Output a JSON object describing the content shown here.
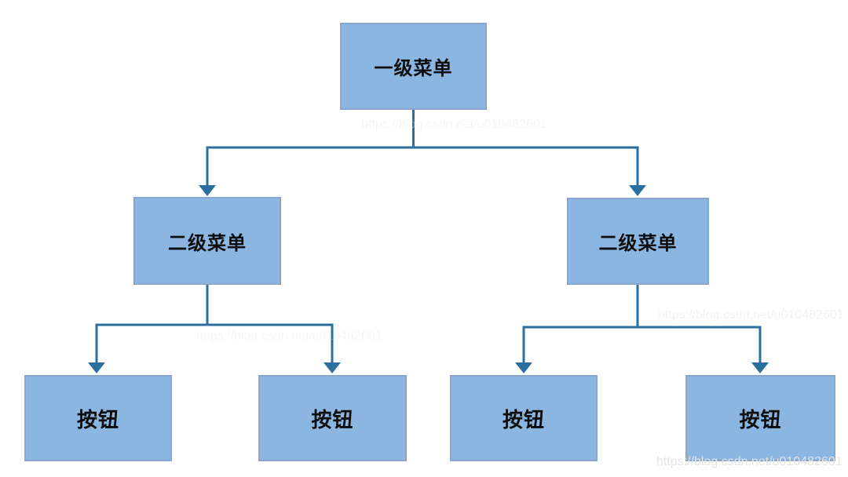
{
  "diagram": {
    "type": "tree",
    "root": {
      "label": "一级菜单"
    },
    "level2": [
      {
        "label": "二级菜单"
      },
      {
        "label": "二级菜单"
      }
    ],
    "buttons": [
      {
        "label": "按钮"
      },
      {
        "label": "按钮"
      },
      {
        "label": "按钮"
      },
      {
        "label": "按钮"
      }
    ],
    "edges": [
      {
        "from": "一级菜单",
        "to": "二级菜单 (left)"
      },
      {
        "from": "一级菜单",
        "to": "二级菜单 (right)"
      },
      {
        "from": "二级菜单 (left)",
        "to": "按钮 1"
      },
      {
        "from": "二级菜单 (left)",
        "to": "按钮 2"
      },
      {
        "from": "二级菜单 (right)",
        "to": "按钮 3"
      },
      {
        "from": "二级菜单 (right)",
        "to": "按钮 4"
      }
    ]
  },
  "colors": {
    "background": "#FFFFFF",
    "node_fill": "#8CB6E2",
    "node_border": "#89A7CC",
    "connector": "#2B6F9E",
    "node_text": "#0D0D0D",
    "watermark": "#E4E4E4"
  },
  "watermark": {
    "text": "https://blog.csdn.net/u010482601"
  }
}
